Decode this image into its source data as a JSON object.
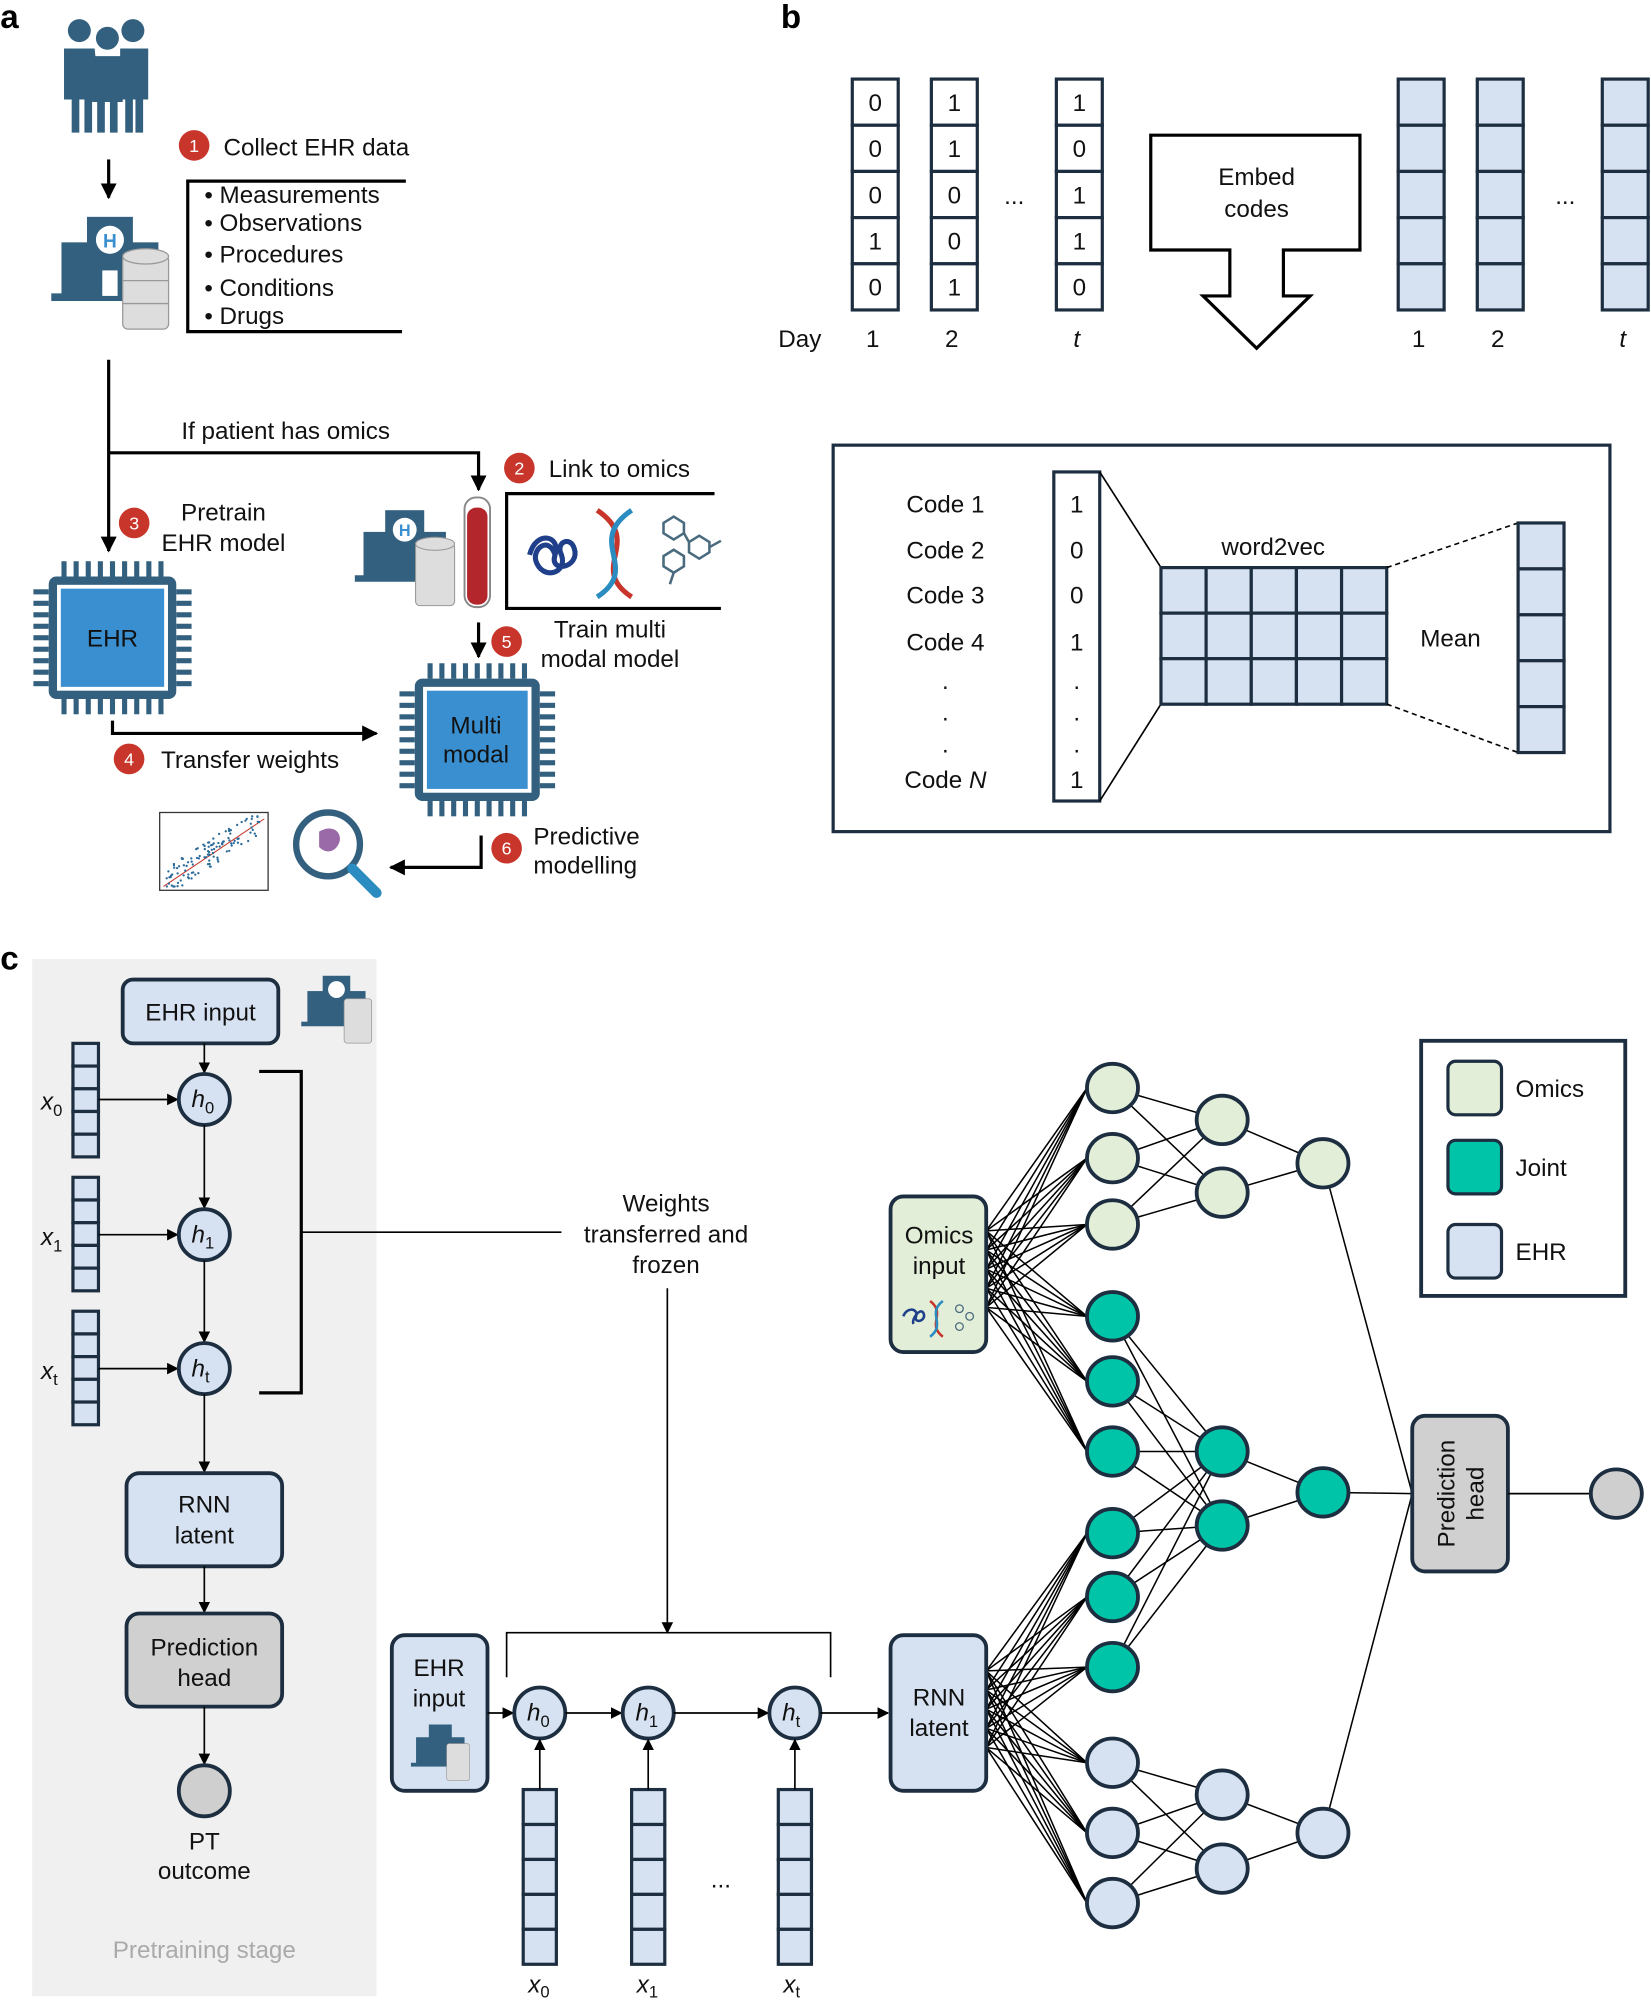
{
  "panel_labels": {
    "a": "a",
    "b": "b",
    "c": "c"
  },
  "colors": {
    "icon": "#33607e",
    "badge": "#c8352b",
    "chip_inner": "#3a8fd0",
    "omics": "#e2eed8",
    "joint": "#00c4a7",
    "ehr": "#d6e2f2",
    "head": "#d0d0d0",
    "stroke": "#1c2e40",
    "pretrain_bg": "#f0f0f0"
  },
  "panel_a": {
    "step1": {
      "num": "1",
      "label": "Collect EHR data"
    },
    "ehr_items": [
      "Measurements",
      "Observations",
      "Procedures",
      "Conditions",
      "Drugs"
    ],
    "branch_label": "If patient has omics",
    "step2": {
      "num": "2",
      "label": "Link to omics"
    },
    "step3": {
      "num": "3",
      "line1": "Pretrain",
      "line2": "EHR model"
    },
    "ehr_chip": "EHR",
    "step5": {
      "num": "5",
      "line1": "Train multi",
      "line2": "modal model"
    },
    "multimodal_chip": {
      "line1": "Multi",
      "line2": "modal"
    },
    "step4": {
      "num": "4",
      "label": "Transfer weights"
    },
    "step6": {
      "num": "6",
      "line1": "Predictive",
      "line2": "modelling"
    }
  },
  "panel_b": {
    "day_label": "Day",
    "day_columns": [
      {
        "label": "1",
        "values": [
          "0",
          "0",
          "0",
          "1",
          "0"
        ]
      },
      {
        "label": "2",
        "values": [
          "1",
          "1",
          "0",
          "0",
          "1"
        ]
      },
      {
        "label": "t",
        "values": [
          "1",
          "0",
          "1",
          "1",
          "0"
        ]
      }
    ],
    "ellipsis": "...",
    "embed_arrow": {
      "line1": "Embed",
      "line2": "codes"
    },
    "embedded_labels": [
      "1",
      "2",
      "t"
    ],
    "codes": [
      "Code 1",
      "Code 2",
      "Code 3",
      "Code 4",
      ".",
      ".",
      ".",
      "Code N"
    ],
    "code_vector": [
      "1",
      "0",
      "0",
      "1",
      ".",
      ".",
      ".",
      "1"
    ],
    "word2vec_label": "word2vec",
    "mean_label": "Mean"
  },
  "panel_c": {
    "pretrain": {
      "ehr_input": "EHR input",
      "x_labels": [
        "x",
        "x",
        "x"
      ],
      "x_subs": [
        "0",
        "1",
        "t"
      ],
      "h_labels": [
        "h",
        "h",
        "h"
      ],
      "h_subs": [
        "0",
        "1",
        "t"
      ],
      "rnn_latent": {
        "line1": "RNN",
        "line2": "latent"
      },
      "prediction_head": {
        "line1": "Prediction",
        "line2": "head"
      },
      "outcome": {
        "line1": "PT",
        "line2": "outcome"
      },
      "stage_label": "Pretraining stage"
    },
    "weights_note": {
      "line1": "Weights",
      "line2": "transferred and",
      "line3": "frozen"
    },
    "finetune": {
      "ehr_input": {
        "line1": "EHR",
        "line2": "input"
      },
      "omics_input": {
        "line1": "Omics",
        "line2": "input"
      },
      "rnn_latent": {
        "line1": "RNN",
        "line2": "latent"
      },
      "prediction_head": {
        "line1": "Prediction",
        "line2": "head"
      },
      "ellipsis": "..."
    },
    "legend": [
      {
        "label": "Omics",
        "color": "#e2eed8"
      },
      {
        "label": "Joint",
        "color": "#00c4a7"
      },
      {
        "label": "EHR",
        "color": "#d6e2f2"
      }
    ]
  }
}
